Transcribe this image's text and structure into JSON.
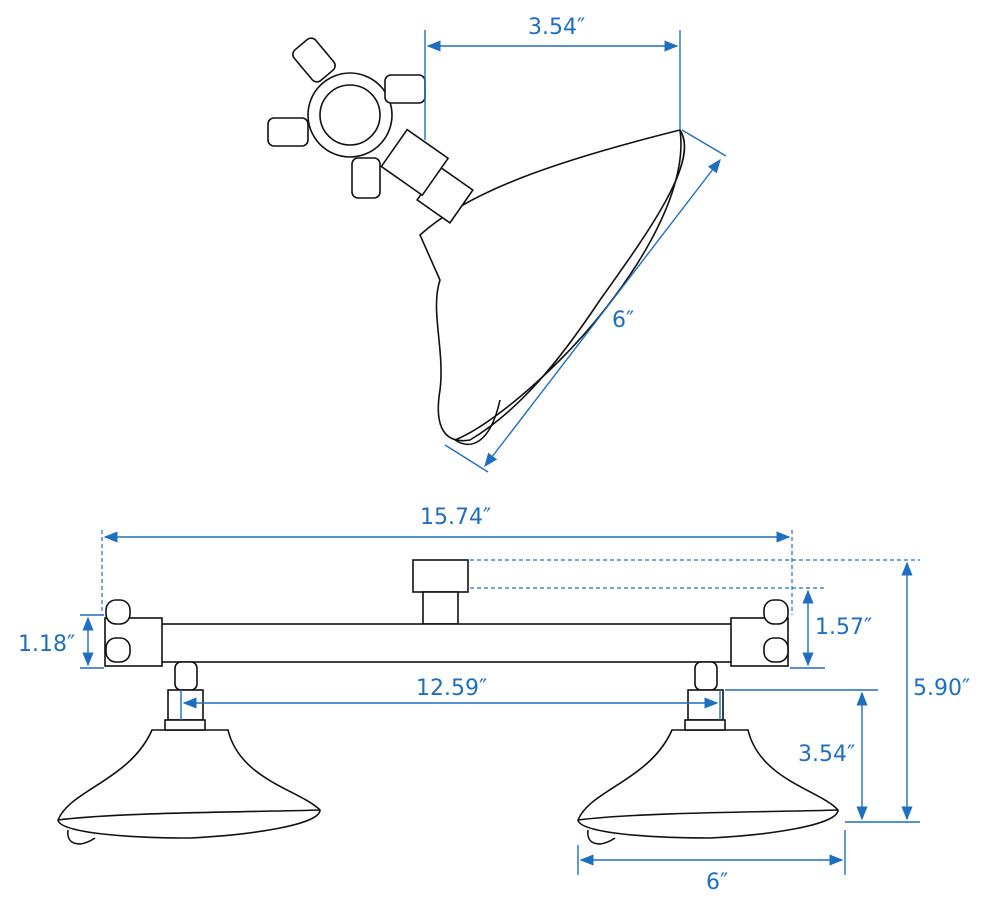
{
  "colors": {
    "dimension": "#1f6fc0",
    "outline": "#111111"
  },
  "top_view": {
    "offset_label": "3.54″",
    "diameter_label": "6″"
  },
  "front_view": {
    "total_width_label": "15.74″",
    "end_block_height_label": "1.18″",
    "arm_height_label": "1.57″",
    "head_spacing_label": "12.59″",
    "total_height_label": "5.90″",
    "head_height_label": "3.54″",
    "head_diameter_label": "6″"
  }
}
